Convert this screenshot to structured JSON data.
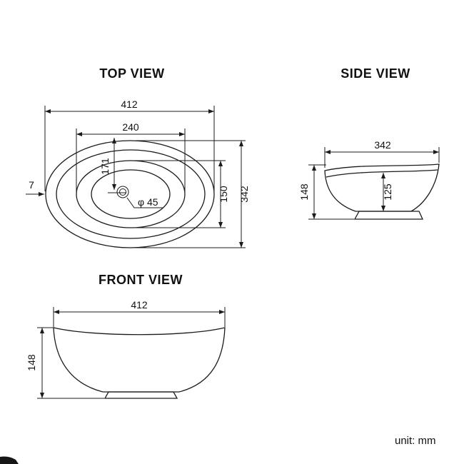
{
  "drawing": {
    "top_view": {
      "title": "TOP VIEW",
      "overall_width": "412",
      "inner_width": "240",
      "inner_offset": "171",
      "inner_length": "150",
      "overall_length": "342",
      "rim_width": "7",
      "faucet_hole_diameter": "φ 45"
    },
    "side_view": {
      "title": "SIDE VIEW",
      "width": "342",
      "height": "148",
      "inner_depth": "125"
    },
    "front_view": {
      "title": "FRONT VIEW",
      "width": "412",
      "height": "148"
    },
    "footer": {
      "unit": "unit: mm"
    }
  }
}
